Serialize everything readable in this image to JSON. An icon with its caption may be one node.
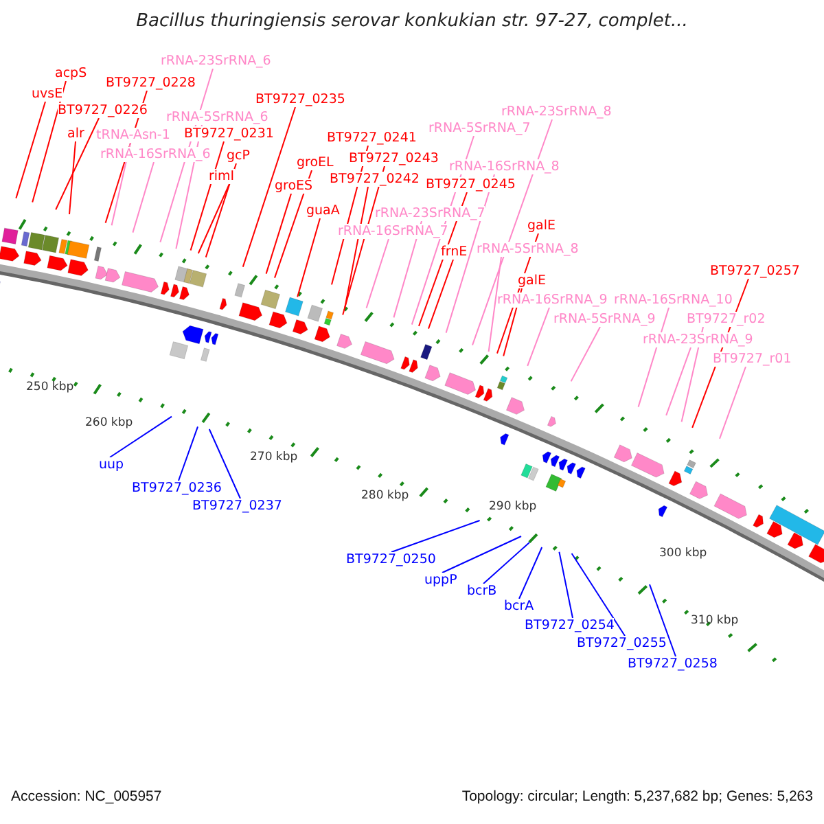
{
  "diagram": {
    "title": "Bacillus thuringiensis serovar konkukian str. 97-27, complet...",
    "nodes": [
      {
        "text": [
          "acpS"
        ]
      },
      {
        "text": [
          "uvsE"
        ]
      },
      {
        "text": [
          "BT9727_0226"
        ]
      },
      {
        "text": [
          "BT9727_0228"
        ]
      },
      {
        "text": [
          "alr"
        ]
      },
      {
        "text": [
          "rRNA-23SrRNA_6"
        ]
      },
      {
        "text": [
          "rRNA-5SrRNA_6"
        ]
      },
      {
        "text": [
          "tRNA-Asn-1"
        ]
      },
      {
        "text": [
          "BT9727_0231"
        ]
      },
      {
        "text": [
          "rRNA-16SrRNA_6"
        ]
      },
      {
        "text": [
          "gcP"
        ]
      },
      {
        "text": [
          "rimI"
        ]
      },
      {
        "text": [
          "BT9727_0235"
        ]
      },
      {
        "text": [
          "groEL"
        ]
      },
      {
        "text": [
          "groES"
        ]
      },
      {
        "text": [
          "guaA"
        ]
      },
      {
        "text": [
          "BT9727_0241"
        ]
      },
      {
        "text": [
          "BT9727_0243"
        ]
      },
      {
        "text": [
          "BT9727_0242"
        ]
      },
      {
        "text": [
          "rRNA-5SrRNA_7"
        ]
      },
      {
        "text": [
          "rRNA-23SrRNA_8"
        ]
      },
      {
        "text": [
          "rRNA-16SrRNA_8"
        ]
      },
      {
        "text": [
          "BT9727_0245"
        ]
      },
      {
        "text": [
          "rRNA-23SrRNA_7"
        ]
      },
      {
        "text": [
          "rRNA-16SrRNA_7"
        ]
      },
      {
        "text": [
          "galE"
        ]
      },
      {
        "text": [
          "frnE"
        ]
      },
      {
        "text": [
          "rRNA-5SrRNA_8"
        ]
      },
      {
        "text": [
          "BT9727_0257"
        ]
      },
      {
        "text": [
          "galE"
        ]
      },
      {
        "text": [
          "rRNA-16SrRNA_9"
        ]
      },
      {
        "text": [
          "rRNA-16SrRNA_10"
        ]
      },
      {
        "text": [
          "rRNA-5SrRNA_9"
        ]
      },
      {
        "text": [
          "BT9727_r02"
        ]
      },
      {
        "text": [
          "rRNA-23SrRNA_9"
        ]
      },
      {
        "text": [
          "BT9727_r01"
        ]
      },
      {
        "text": [
          "uup"
        ]
      },
      {
        "text": [
          "BT9727_0236"
        ]
      },
      {
        "text": [
          "BT9727_0237"
        ]
      },
      {
        "text": [
          "BT9727_0250"
        ]
      },
      {
        "text": [
          "uppP"
        ]
      },
      {
        "text": [
          "bcrB"
        ]
      },
      {
        "text": [
          "bcrA"
        ]
      },
      {
        "text": [
          "BT9727_0254"
        ]
      },
      {
        "text": [
          "BT9727_0255"
        ]
      },
      {
        "text": [
          "BT9727_0258"
        ]
      }
    ],
    "edges": [
      {
        "from": 0,
        "to": null,
        "arrow": "none"
      },
      {
        "from": 1,
        "to": null,
        "arrow": "none"
      },
      {
        "from": 2,
        "to": null,
        "arrow": "none"
      },
      {
        "from": 3,
        "to": null,
        "arrow": "none"
      },
      {
        "from": 4,
        "to": null,
        "arrow": "none"
      },
      {
        "from": 5,
        "to": null,
        "arrow": "none",
        "color": "#ff88c8"
      },
      {
        "from": 6,
        "to": null,
        "arrow": "none",
        "color": "#ff88c8"
      },
      {
        "from": 7,
        "to": null,
        "arrow": "none",
        "color": "#ff88c8"
      },
      {
        "from": 8,
        "to": null,
        "arrow": "none"
      },
      {
        "from": 9,
        "to": null,
        "arrow": "none",
        "color": "#ff88c8"
      },
      {
        "from": 10,
        "to": null,
        "arrow": "none"
      },
      {
        "from": 11,
        "to": null,
        "arrow": "none"
      },
      {
        "from": 12,
        "to": null,
        "arrow": "none"
      },
      {
        "from": 13,
        "to": null,
        "arrow": "none"
      },
      {
        "from": 14,
        "to": null,
        "arrow": "none"
      },
      {
        "from": 15,
        "to": null,
        "arrow": "none"
      },
      {
        "from": 16,
        "to": null,
        "arrow": "none"
      },
      {
        "from": 17,
        "to": null,
        "arrow": "none"
      },
      {
        "from": 18,
        "to": null,
        "arrow": "none"
      },
      {
        "from": 19,
        "to": null,
        "arrow": "none",
        "color": "#ff88c8"
      },
      {
        "from": 20,
        "to": null,
        "arrow": "none",
        "color": "#ff88c8"
      },
      {
        "from": 21,
        "to": null,
        "arrow": "none",
        "color": "#ff88c8"
      },
      {
        "from": 22,
        "to": null,
        "arrow": "none"
      },
      {
        "from": 23,
        "to": null,
        "arrow": "none",
        "color": "#ff88c8"
      },
      {
        "from": 24,
        "to": null,
        "arrow": "none",
        "color": "#ff88c8"
      },
      {
        "from": 25,
        "to": null,
        "arrow": "none"
      },
      {
        "from": 26,
        "to": null,
        "arrow": "none"
      },
      {
        "from": 27,
        "to": null,
        "arrow": "none",
        "color": "#ff88c8"
      },
      {
        "from": 28,
        "to": null,
        "arrow": "none"
      },
      {
        "from": 29,
        "to": null,
        "arrow": "none"
      },
      {
        "from": 30,
        "to": null,
        "arrow": "none",
        "color": "#ff88c8"
      },
      {
        "from": 31,
        "to": null,
        "arrow": "none",
        "color": "#ff88c8"
      },
      {
        "from": 32,
        "to": null,
        "arrow": "none",
        "color": "#ff88c8"
      },
      {
        "from": 33,
        "to": null,
        "arrow": "none",
        "color": "#ff88c8"
      },
      {
        "from": 34,
        "to": null,
        "arrow": "none",
        "color": "#ff88c8"
      },
      {
        "from": 35,
        "to": null,
        "arrow": "none",
        "color": "#ff88c8"
      },
      {
        "from": 36,
        "to": null,
        "arrow": "none",
        "color": "#0000ff"
      },
      {
        "from": 37,
        "to": null,
        "arrow": "none",
        "color": "#0000ff"
      },
      {
        "from": 38,
        "to": null,
        "arrow": "none",
        "color": "#0000ff"
      },
      {
        "from": 39,
        "to": null,
        "arrow": "none",
        "color": "#0000ff"
      },
      {
        "from": 40,
        "to": null,
        "arrow": "none",
        "color": "#0000ff"
      },
      {
        "from": 41,
        "to": null,
        "arrow": "none",
        "color": "#0000ff"
      },
      {
        "from": 42,
        "to": null,
        "arrow": "none",
        "color": "#0000ff"
      },
      {
        "from": 43,
        "to": null,
        "arrow": "none",
        "color": "#0000ff"
      },
      {
        "from": 44,
        "to": null,
        "arrow": "none",
        "color": "#0000ff"
      },
      {
        "from": 45,
        "to": null,
        "arrow": "none",
        "color": "#0000ff"
      }
    ],
    "labels": [
      "250 kbp",
      "260 kbp",
      "270 kbp",
      "280 kbp",
      "290 kbp",
      "300 kbp",
      "310 kbp",
      "Accession: NC_005957",
      "Topology: circular; Length: 5,237,682 bp; Genes: 5,263"
    ]
  }
}
